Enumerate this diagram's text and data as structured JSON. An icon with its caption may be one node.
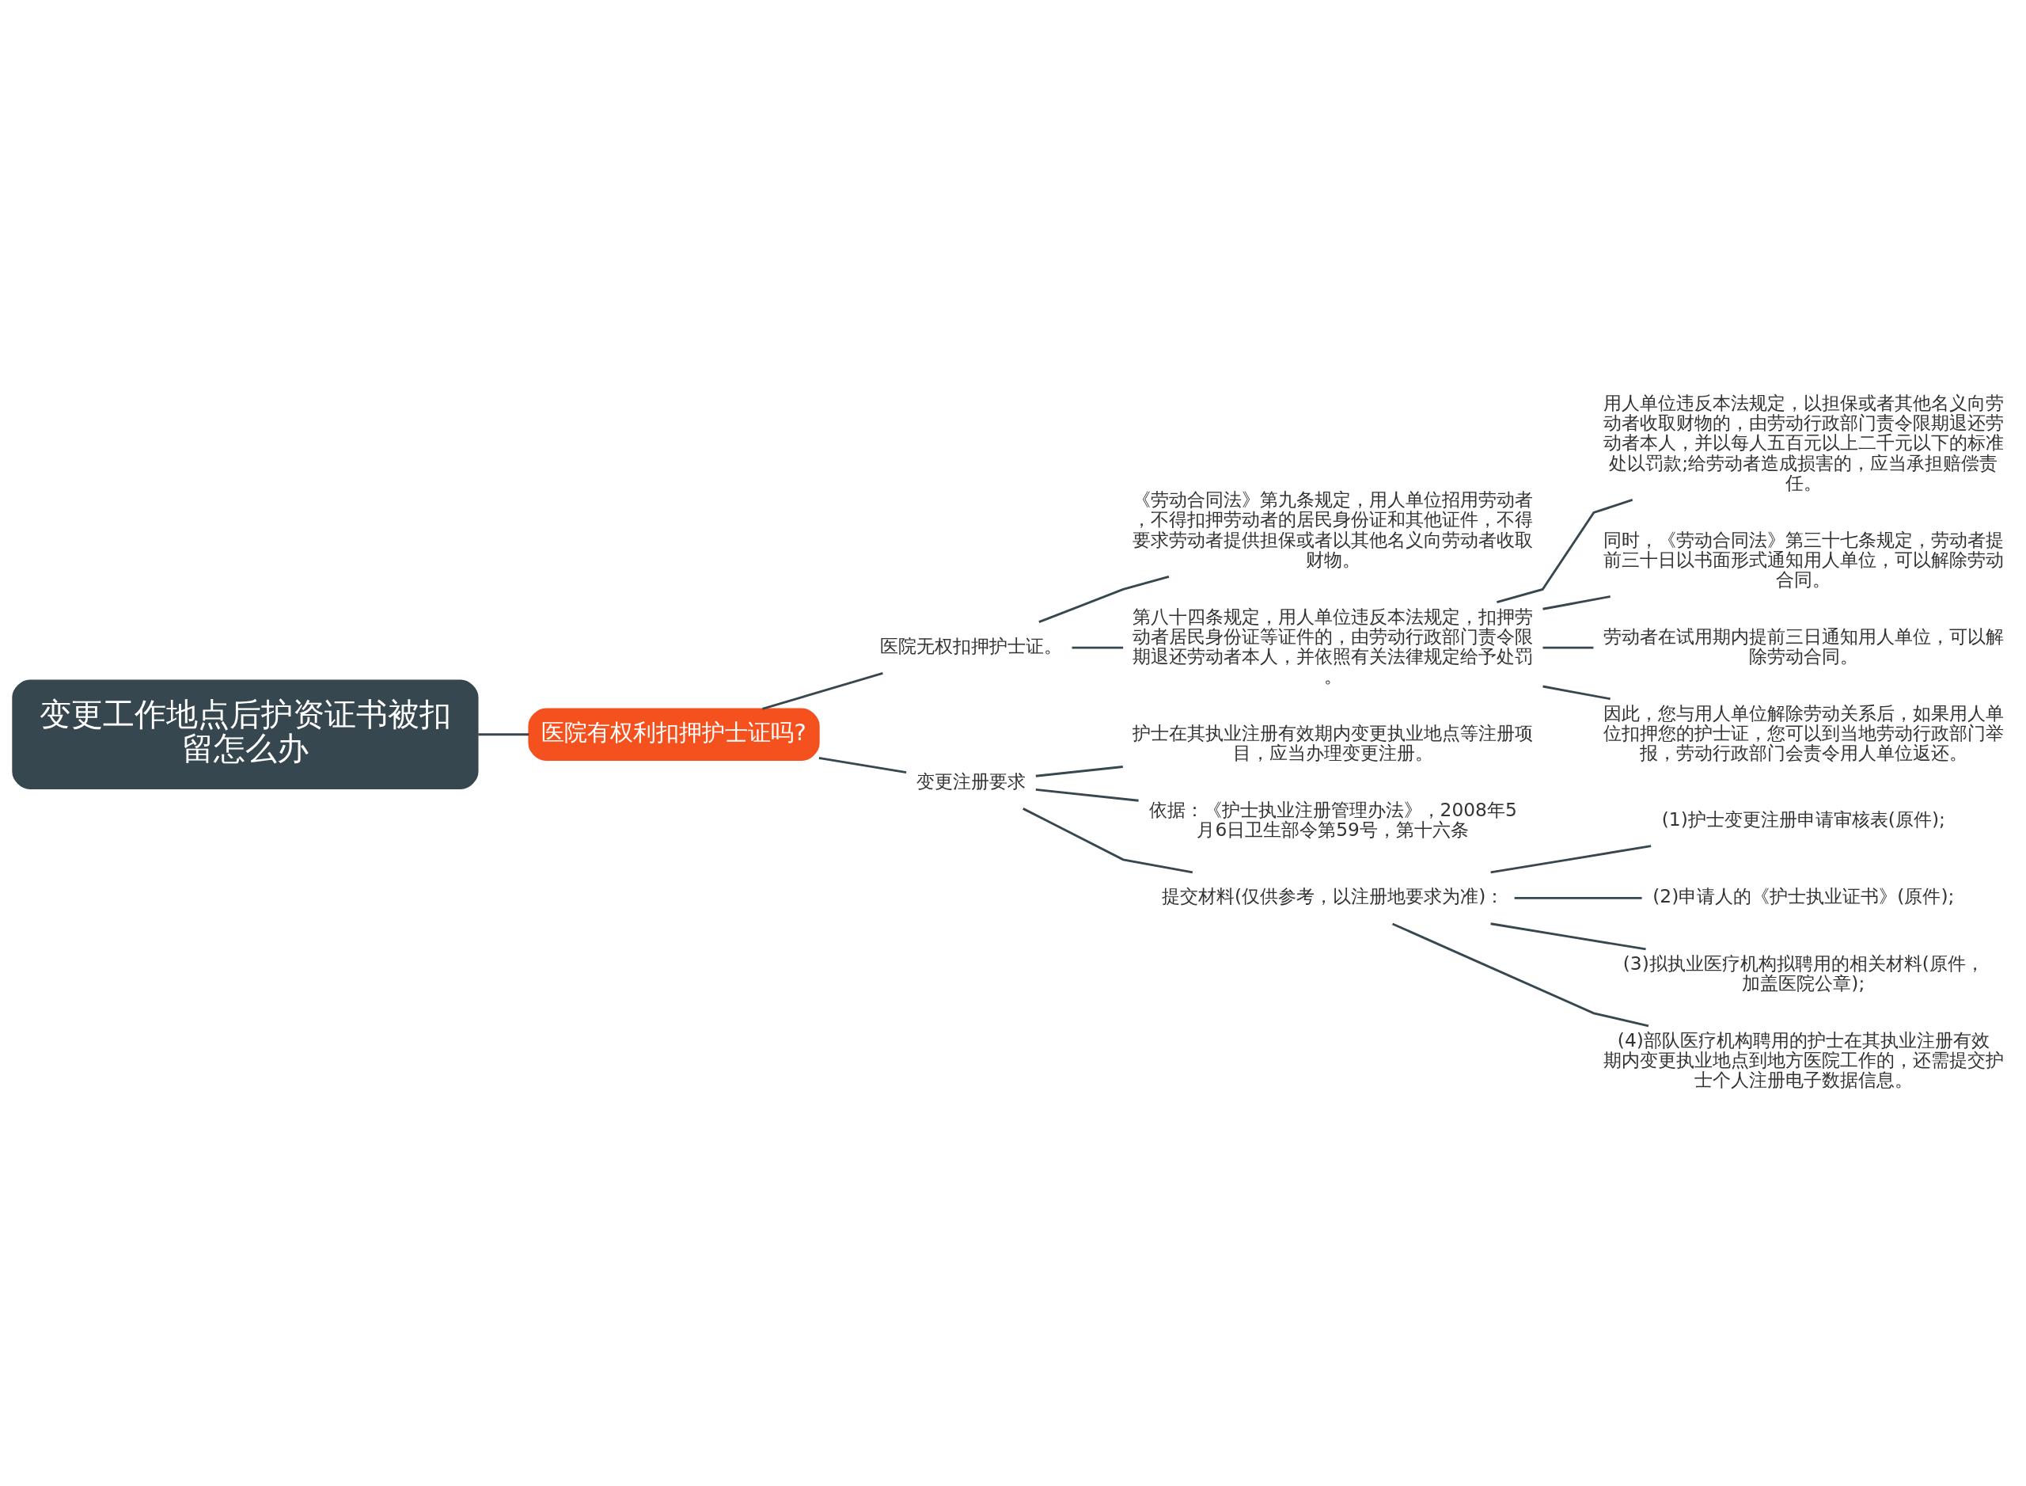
{
  "diagram": {
    "nodes": [
      {
        "text": [
          "变更工作地点后护资证书被扣留怎么办"
        ]
      },
      {
        "text": [
          "医院有权利扣押护士证吗?"
        ]
      },
      {
        "text": [
          "医院无权扣押护士证。"
        ]
      },
      {
        "text": [
          "《劳动合同法》第九条规定，用人单位招用劳动者，不得扣押劳动者的居民身份证和其他证件，不得要求劳动者提供担保或者以其他名义向劳动者收取财物。"
        ]
      },
      {
        "text": [
          "第八十四条规定，用人单位违反本法规定，扣押劳动者居民身份证等证件的，由劳动行政部门责令限期退还劳动者本人，并依照有关法律规定给予处罚。"
        ]
      },
      {
        "text": [
          "用人单位违反本法规定，以担保或者其他名义向劳动者收取财物的，由劳动行政部门责令限期退还劳动者本人，并以每人五百元以上二千元以下的标准处以罚款;给劳动者造成损害的，应当承担赔偿责任。"
        ]
      },
      {
        "text": [
          "同时，《劳动合同法》第三十七条规定，劳动者提前三十日以书面形式通知用人单位，可以解除劳动合同。"
        ]
      },
      {
        "text": [
          "劳动者在试用期内提前三日通知用人单位，可以解除劳动合同。"
        ]
      },
      {
        "text": [
          "因此，您与用人单位解除劳动关系后，如果用人单位扣押您的护士证，您可以到当地劳动行政部门举报，劳动行政部门会责令用人单位返还。"
        ]
      },
      {
        "text": [
          "变更注册要求"
        ]
      },
      {
        "text": [
          "护士在其执业注册有效期内变更执业地点等注册项目，应当办理变更注册。"
        ]
      },
      {
        "text": [
          "依据：《护士执业注册管理办法》，2008年5月6日卫生部令第59号，第十六条"
        ]
      },
      {
        "text": [
          "提交材料(仅供参考，以注册地要求为准)："
        ]
      },
      {
        "text": [
          "(1)护士变更注册申请审核表(原件);"
        ]
      },
      {
        "text": [
          "(2)申请人的《护士执业证书》(原件);"
        ]
      },
      {
        "text": [
          "(3)拟执业医疗机构拟聘用的相关材料(原件，加盖医院公章);"
        ]
      },
      {
        "text": [
          "(4)部队医疗机构聘用的护士在其执业注册有效期内变更执业地点到地方医院工作的，还需提交护士个人注册电子数据信息。"
        ]
      }
    ],
    "edges": [
      {
        "from": 0,
        "to": 1,
        "arrow": "none"
      },
      {
        "from": 1,
        "to": 2,
        "arrow": "none"
      },
      {
        "from": 2,
        "to": 3,
        "arrow": "none"
      },
      {
        "from": 2,
        "to": 4,
        "arrow": "none"
      },
      {
        "from": 4,
        "to": 5,
        "arrow": "none"
      },
      {
        "from": 4,
        "to": 6,
        "arrow": "none"
      },
      {
        "from": 4,
        "to": 7,
        "arrow": "none"
      },
      {
        "from": 4,
        "to": 8,
        "arrow": "none"
      },
      {
        "from": 1,
        "to": 9,
        "arrow": "none"
      },
      {
        "from": 9,
        "to": 10,
        "arrow": "none"
      },
      {
        "from": 9,
        "to": 11,
        "arrow": "none"
      },
      {
        "from": 9,
        "to": 12,
        "arrow": "none"
      },
      {
        "from": 12,
        "to": 13,
        "arrow": "none"
      },
      {
        "from": 12,
        "to": 14,
        "arrow": "none"
      },
      {
        "from": 12,
        "to": 15,
        "arrow": "none"
      },
      {
        "from": 12,
        "to": 16,
        "arrow": "none"
      }
    ]
  }
}
